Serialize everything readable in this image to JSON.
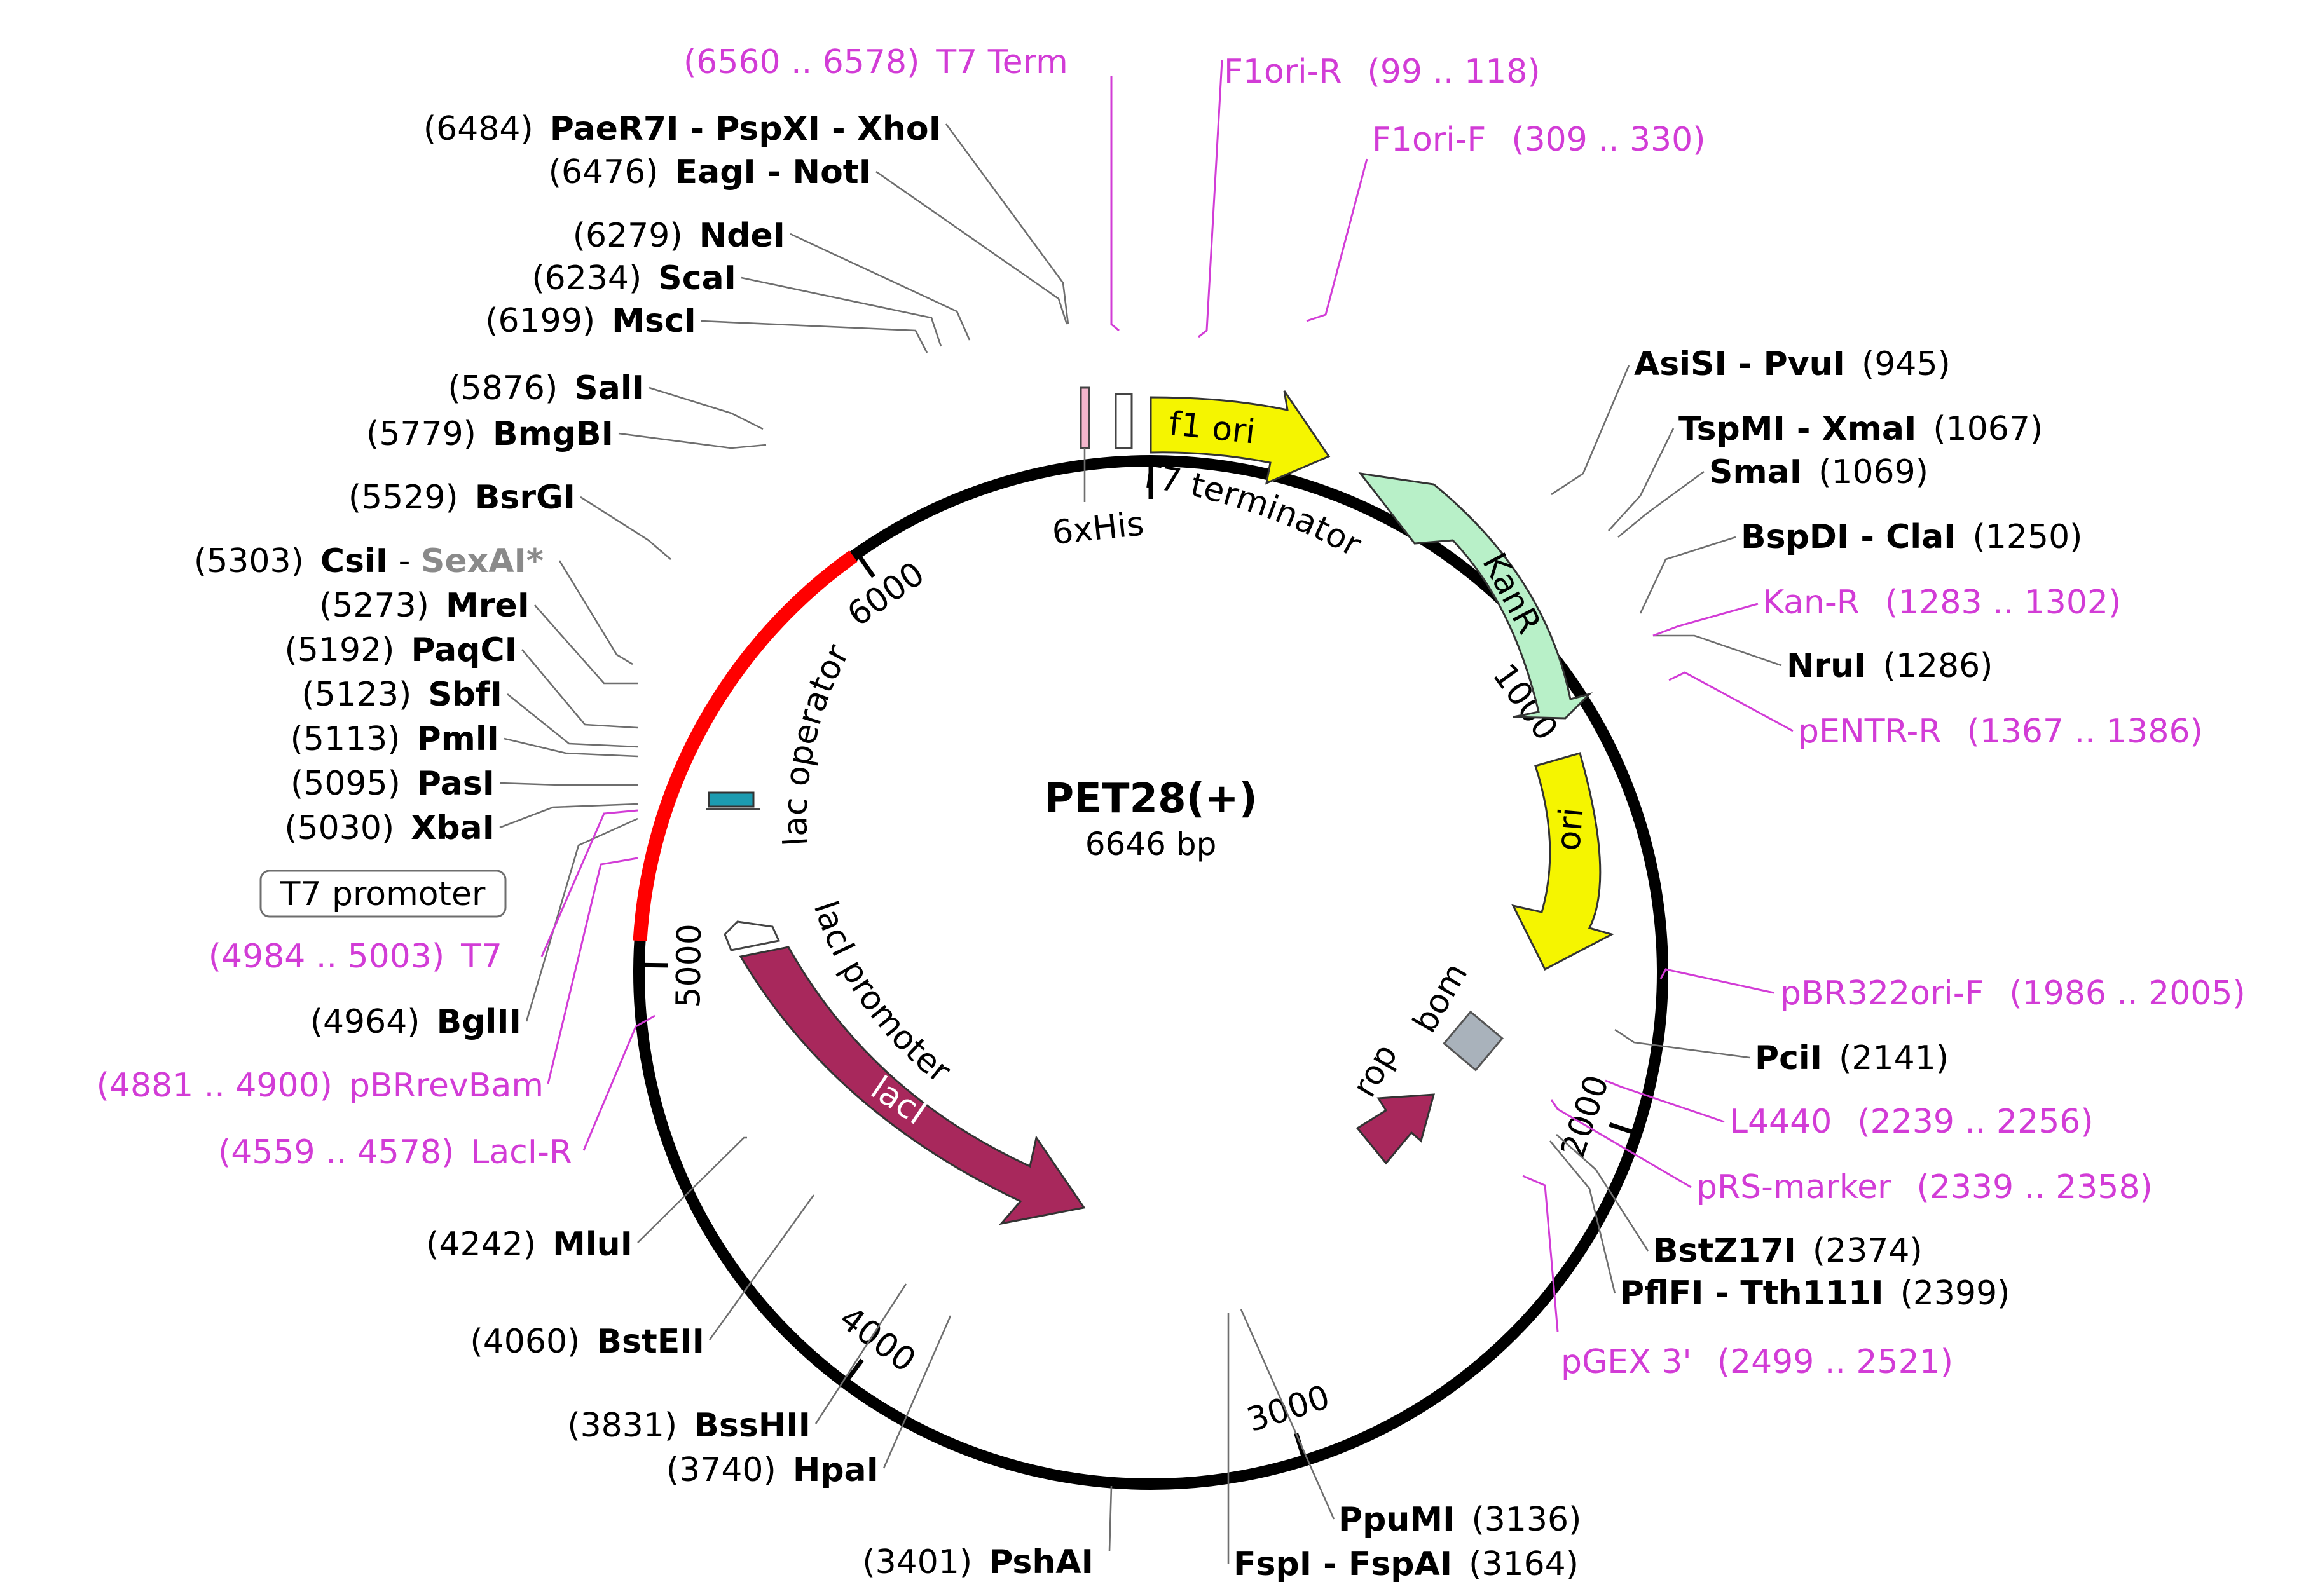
{
  "plasmid": {
    "name": "PET28(+)",
    "length_label": "6646 bp",
    "length": 6646,
    "origin_offset_bp": 0
  },
  "colors": {
    "backbone": "#000000",
    "highlight": "#ff0000",
    "primer": "#d23cd6",
    "lacI": "#a8285c",
    "kanR": "#b8f0c8",
    "yellow": "#f5f500",
    "bom": "#a9b2bb",
    "lac_operator": "#1c9bb0"
  },
  "highlight_region": {
    "start": 5050,
    "end": 5990
  },
  "ticks": [
    {
      "bp": 1000,
      "label": "1000"
    },
    {
      "bp": 2000,
      "label": "2000"
    },
    {
      "bp": 3000,
      "label": "3000"
    },
    {
      "bp": 4000,
      "label": "4000"
    },
    {
      "bp": 5000,
      "label": "5000"
    },
    {
      "bp": 6000,
      "label": "6000"
    }
  ],
  "features": [
    {
      "id": "f1-ori",
      "label": "f1 ori",
      "type": "arrow",
      "color": "#f5f500"
    },
    {
      "id": "kanr",
      "label": "KanR",
      "type": "arrow",
      "color": "#b8f0c8"
    },
    {
      "id": "ori",
      "label": "ori",
      "type": "arrow",
      "color": "#f5f500"
    },
    {
      "id": "laci",
      "label": "lacI",
      "type": "arrow",
      "color": "#a8285c"
    },
    {
      "id": "rop",
      "label": "rop",
      "type": "arrow",
      "color": "#a8285c"
    },
    {
      "id": "bom",
      "label": "bom",
      "type": "box",
      "color": "#a9b2bb"
    },
    {
      "id": "t7-terminator",
      "label": "T7 terminator",
      "type": "box"
    },
    {
      "id": "6xhis",
      "label": "6xHis",
      "type": "box"
    },
    {
      "id": "lac-operator",
      "label": "lac operator",
      "type": "box"
    },
    {
      "id": "laci-promoter",
      "label": "lacI promoter",
      "type": "arrow"
    },
    {
      "id": "t7-promoter",
      "label": "T7 promoter",
      "type": "boxed-label"
    }
  ],
  "sites": [
    {
      "pos": "(6484)",
      "name": "PaeR7I - PspXI - XhoI",
      "bp": 6484
    },
    {
      "pos": "(6476)",
      "name": "EagI - NotI",
      "bp": 6476
    },
    {
      "pos": "(6279)",
      "name": "NdeI",
      "bp": 6279
    },
    {
      "pos": "(6234)",
      "name": "ScaI",
      "bp": 6234
    },
    {
      "pos": "(6199)",
      "name": "MscI",
      "bp": 6199
    },
    {
      "pos": "(5876)",
      "name": "SalI",
      "bp": 5876
    },
    {
      "pos": "(5779)",
      "name": "BmgBI",
      "bp": 5779
    },
    {
      "pos": "(5529)",
      "name": "BsrGI",
      "bp": 5529
    },
    {
      "pos": "(5303)",
      "name": "CsiI",
      "name2": "SexAI*",
      "bp": 5303
    },
    {
      "pos": "(5273)",
      "name": "MreI",
      "bp": 5273
    },
    {
      "pos": "(5192)",
      "name": "PaqCI",
      "bp": 5192
    },
    {
      "pos": "(5123)",
      "name": "SbfI",
      "bp": 5123
    },
    {
      "pos": "(5113)",
      "name": "PmlI",
      "bp": 5113
    },
    {
      "pos": "(5095)",
      "name": "PasI",
      "bp": 5095
    },
    {
      "pos": "(5030)",
      "name": "XbaI",
      "bp": 5030
    },
    {
      "pos": "(4964)",
      "name": "BglII",
      "bp": 4964
    },
    {
      "pos": "(4242)",
      "name": "MluI",
      "bp": 4242
    },
    {
      "pos": "(4060)",
      "name": "BstEII",
      "bp": 4060
    },
    {
      "pos": "(3831)",
      "name": "BssHII",
      "bp": 3831
    },
    {
      "pos": "(3740)",
      "name": "HpaI",
      "bp": 3740
    },
    {
      "pos": "(3401)",
      "name": "PshAI",
      "bp": 3401
    },
    {
      "pos": "(3136)",
      "name": "PpuMI",
      "bp": 3136
    },
    {
      "pos": "(3164)",
      "name": "FspI - FspAI",
      "bp": 3164
    },
    {
      "pos": "(2399)",
      "name": "PflFI - Tth111I",
      "bp": 2399
    },
    {
      "pos": "(2374)",
      "name": "BstZ17I",
      "bp": 2374
    },
    {
      "pos": "(2141)",
      "name": "PciI",
      "bp": 2141
    },
    {
      "pos": "(1286)",
      "name": "NruI",
      "bp": 1286
    },
    {
      "pos": "(1250)",
      "name": "BspDI - ClaI",
      "bp": 1250
    },
    {
      "pos": "(1069)",
      "name": "SmaI",
      "bp": 1069
    },
    {
      "pos": "(1067)",
      "name": "TspMI - XmaI",
      "bp": 1067
    },
    {
      "pos": "(945)",
      "name": "AsiSI - PvuI",
      "bp": 945
    }
  ],
  "primers": [
    {
      "range": "(6560 .. 6578)",
      "name": "T7 Term"
    },
    {
      "range": "(99 .. 118)",
      "name": "F1ori-R"
    },
    {
      "range": "(309 .. 330)",
      "name": "F1ori-F"
    },
    {
      "range": "(1283 .. 1302)",
      "name": "Kan-R"
    },
    {
      "range": "(1367 .. 1386)",
      "name": "pENTR-R"
    },
    {
      "range": "(1986 .. 2005)",
      "name": "pBR322ori-F"
    },
    {
      "range": "(2239 .. 2256)",
      "name": "L4440"
    },
    {
      "range": "(2339 .. 2358)",
      "name": "pRS-marker"
    },
    {
      "range": "(2499 .. 2521)",
      "name": "pGEX 3'"
    },
    {
      "range": "(4984 .. 5003)",
      "name": "T7"
    },
    {
      "range": "(4881 .. 4900)",
      "name": "pBRrevBam"
    },
    {
      "range": "(4559 .. 4578)",
      "name": "LacI-R"
    }
  ]
}
